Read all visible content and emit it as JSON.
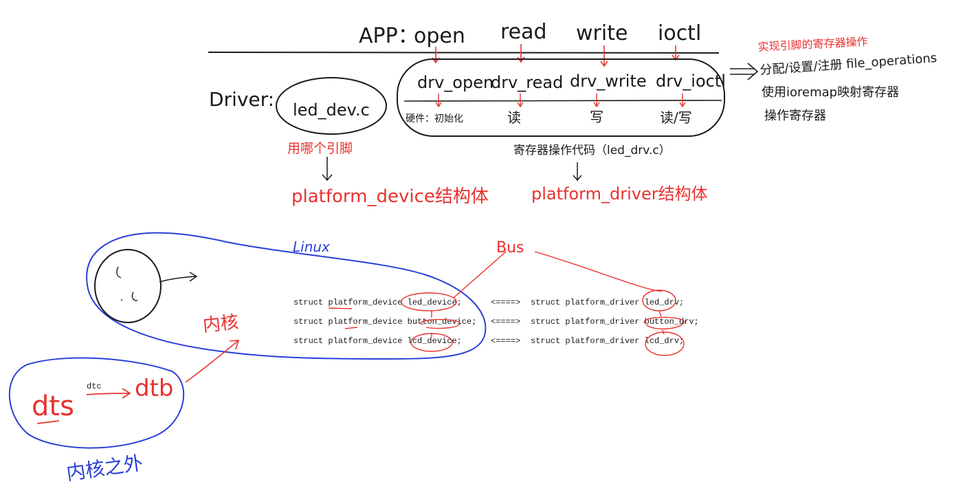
{
  "colors": {
    "ink": "#1a1a1a",
    "red": "#e8322f",
    "blue": "#2a3fd6"
  },
  "app": {
    "label": "APP：",
    "calls": [
      "open",
      "read",
      "write",
      "ioctl"
    ]
  },
  "driver": {
    "label": "Driver:",
    "led_dev_file": "led_dev.c",
    "led_dev_note": "用哪个引脚",
    "platform_device_label": "platform_device结构体",
    "funcs": [
      "drv_open",
      "drv_read",
      "drv_write",
      "drv_ioctl"
    ],
    "hw_ops": [
      "硬件：初始化",
      "读",
      "写",
      "读/写"
    ],
    "register_code_note": "寄存器操作代码（led_drv.c）",
    "platform_driver_label": "platform_driver结构体"
  },
  "notes": {
    "top_red": "实现引脚的寄存器操作",
    "lines": [
      "分配/设置/注册 file_operations",
      "使用ioremap映射寄存器",
      "操作寄存器"
    ]
  },
  "linux": {
    "label": "Linux",
    "bus_label": "Bus",
    "kernel_label": "内核",
    "device_rows": [
      "struct platform_device led_device;",
      "struct platform_device button_device;",
      "struct platform_device lcd_device;"
    ],
    "arrows": [
      "<====>",
      "<====>",
      "<====>"
    ],
    "driver_rows": [
      "struct platform_driver led_drv;",
      "struct platform_driver button_drv;",
      "struct platform_driver lcd_drv;"
    ]
  },
  "dts": {
    "source": "dts",
    "tool": "dtc",
    "binary": "dtb",
    "caption": "内核之外"
  }
}
